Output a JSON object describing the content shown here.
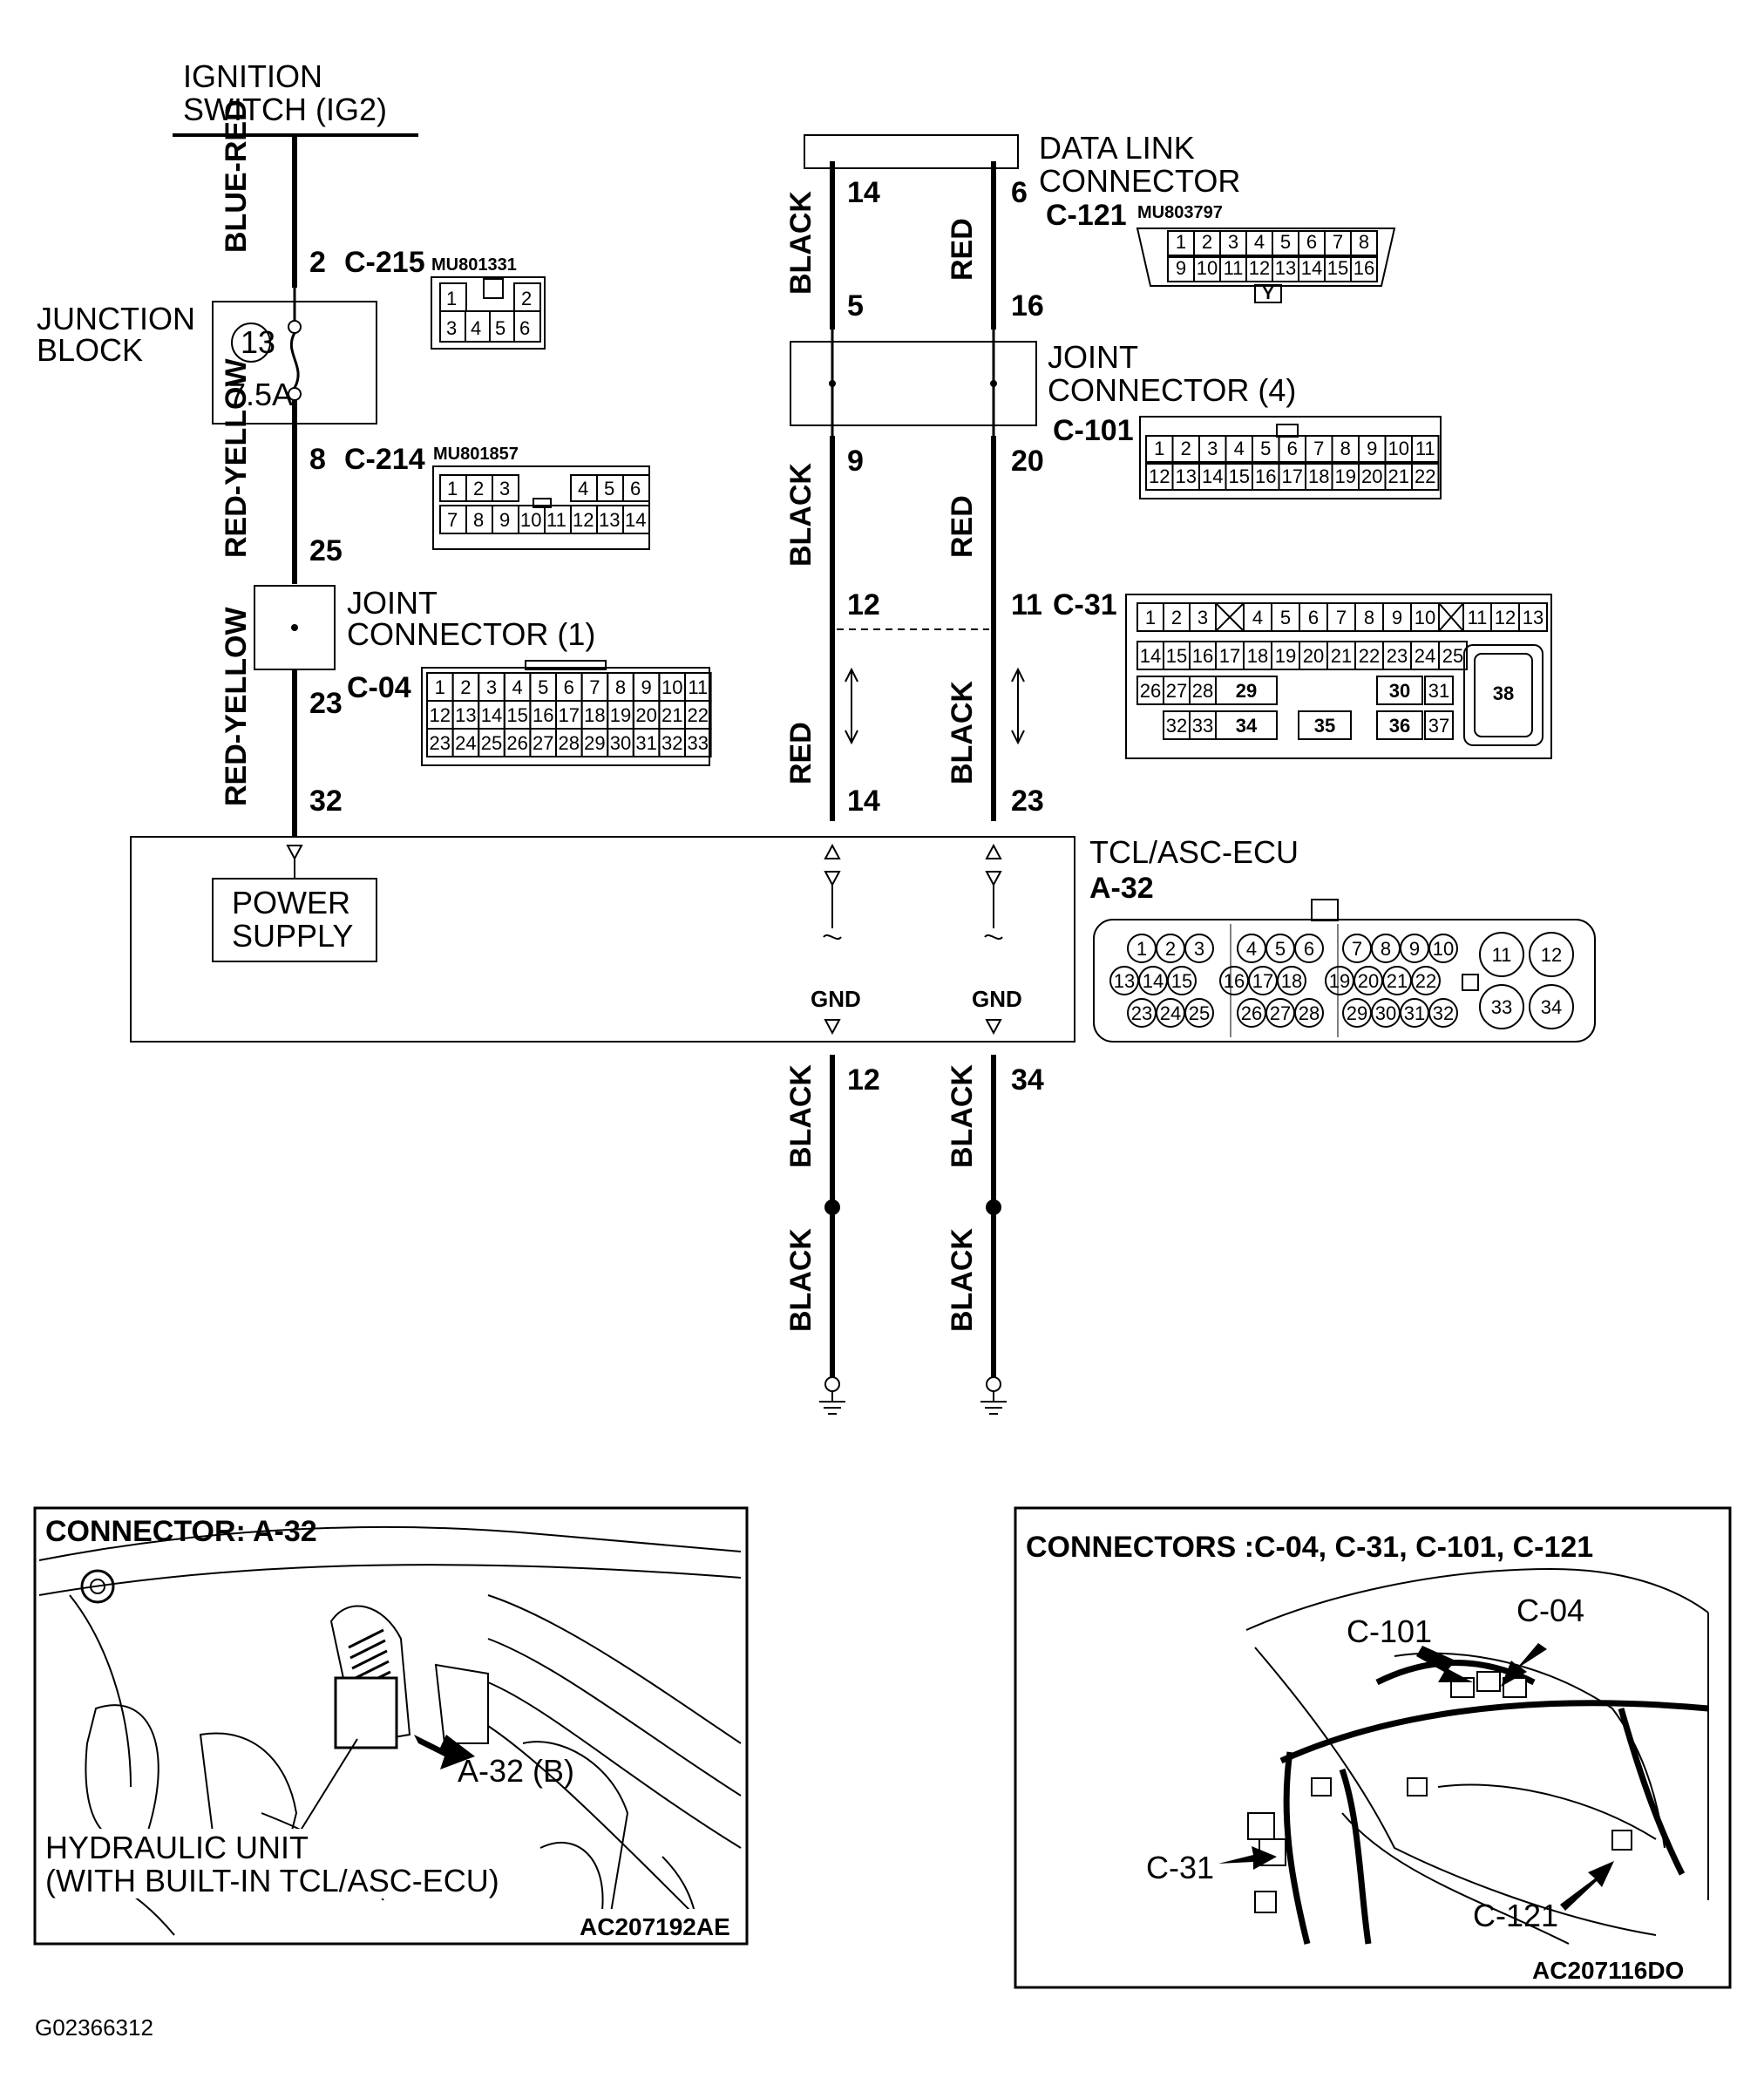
{
  "source": {
    "line1": "IGNITION",
    "line2": "SWITCH (IG2)",
    "wire_color": "BLUE-RED"
  },
  "junction_block": {
    "line1": "JUNCTION",
    "line2": "BLOCK",
    "fuse_number": "13",
    "fuse_rating": "7.5A"
  },
  "connectors": {
    "c215": {
      "id": "C-215",
      "part": "MU801331",
      "pin": "2",
      "cells": [
        "1",
        "2",
        "3",
        "4",
        "5",
        "6"
      ]
    },
    "c214": {
      "id": "C-214",
      "part": "MU801857",
      "pin": "8",
      "cells": [
        "1",
        "2",
        "3",
        "4",
        "5",
        "6",
        "7",
        "8",
        "9",
        "10",
        "11",
        "12",
        "13",
        "14"
      ]
    },
    "c04": {
      "id": "C-04",
      "pins": [
        "25",
        "23"
      ],
      "cells": [
        "1",
        "2",
        "3",
        "4",
        "5",
        "6",
        "7",
        "8",
        "9",
        "10",
        "11",
        "12",
        "13",
        "14",
        "15",
        "16",
        "17",
        "18",
        "19",
        "20",
        "21",
        "22",
        "23",
        "24",
        "25",
        "26",
        "27",
        "28",
        "29",
        "30",
        "31",
        "32",
        "33"
      ]
    },
    "jc1": {
      "line1": "JOINT",
      "line2": "CONNECTOR (1)"
    },
    "dlc": {
      "line1": "DATA LINK",
      "line2": "CONNECTOR",
      "id": "C-121",
      "part": "MU803797",
      "pins": [
        "14",
        "6"
      ],
      "cells": [
        "1",
        "2",
        "3",
        "4",
        "5",
        "6",
        "7",
        "8",
        "9",
        "10",
        "11",
        "12",
        "13",
        "14",
        "15",
        "16"
      ],
      "key": "Y"
    },
    "jc4": {
      "line1": "JOINT",
      "line2": "CONNECTOR (4)",
      "id": "C-101",
      "pins_in": [
        "5",
        "16"
      ],
      "pins_out": [
        "9",
        "20"
      ],
      "cells": [
        "1",
        "2",
        "3",
        "4",
        "5",
        "6",
        "7",
        "8",
        "9",
        "10",
        "11",
        "12",
        "13",
        "14",
        "15",
        "16",
        "17",
        "18",
        "19",
        "20",
        "21",
        "22"
      ]
    },
    "c31": {
      "id": "C-31",
      "pins": [
        "12",
        "11"
      ],
      "cells_row1": [
        "1",
        "2",
        "3",
        "4",
        "5",
        "6",
        "7",
        "8",
        "9",
        "10",
        "11",
        "12",
        "13"
      ],
      "cells_row2": [
        "14",
        "15",
        "16",
        "17",
        "18",
        "19",
        "20",
        "21",
        "22",
        "23",
        "24",
        "25"
      ],
      "cells_row3": [
        "26",
        "27",
        "28",
        "29",
        "30",
        "31"
      ],
      "cells_row4": [
        "32",
        "33",
        "34",
        "35",
        "36",
        "37"
      ],
      "big_cell": "38"
    },
    "a32": {
      "id": "A-32",
      "name": "TCL/ASC-ECU",
      "pins": [
        "32",
        "14",
        "23"
      ],
      "ground_pins": [
        "12",
        "34"
      ],
      "cells": [
        "1",
        "2",
        "3",
        "4",
        "5",
        "6",
        "7",
        "8",
        "9",
        "10",
        "11",
        "12",
        "13",
        "14",
        "15",
        "16",
        "17",
        "18",
        "19",
        "20",
        "21",
        "22",
        "23",
        "24",
        "25",
        "26",
        "27",
        "28",
        "29",
        "30",
        "31",
        "32",
        "33",
        "34"
      ]
    }
  },
  "wires": {
    "w1": "BLUE-RED",
    "w2": "RED-YELLOW",
    "w3": "RED-YELLOW",
    "left_top": "BLACK",
    "right_top": "RED",
    "left_mid": "BLACK",
    "right_mid": "RED",
    "left_low": "RED",
    "right_low": "BLACK",
    "ground_a": "BLACK",
    "ground_b": "BLACK",
    "ground_c": "BLACK",
    "ground_d": "BLACK"
  },
  "ecu": {
    "power_supply_line1": "POWER",
    "power_supply_line2": "SUPPLY",
    "gnd": "GND"
  },
  "inset_left": {
    "title": "CONNECTOR: A-32",
    "callout": "A-32 (B)",
    "caption_line1": "HYDRAULIC UNIT",
    "caption_line2": "(WITH BUILT-IN TCL/ASC-ECU)",
    "code": "AC207192AE"
  },
  "inset_right": {
    "title": "CONNECTORS :C-04, C-31, C-101, C-121",
    "callouts": [
      "C-101",
      "C-04",
      "C-31",
      "C-121"
    ],
    "code": "AC207116DO"
  },
  "figure_code": "G02366312"
}
